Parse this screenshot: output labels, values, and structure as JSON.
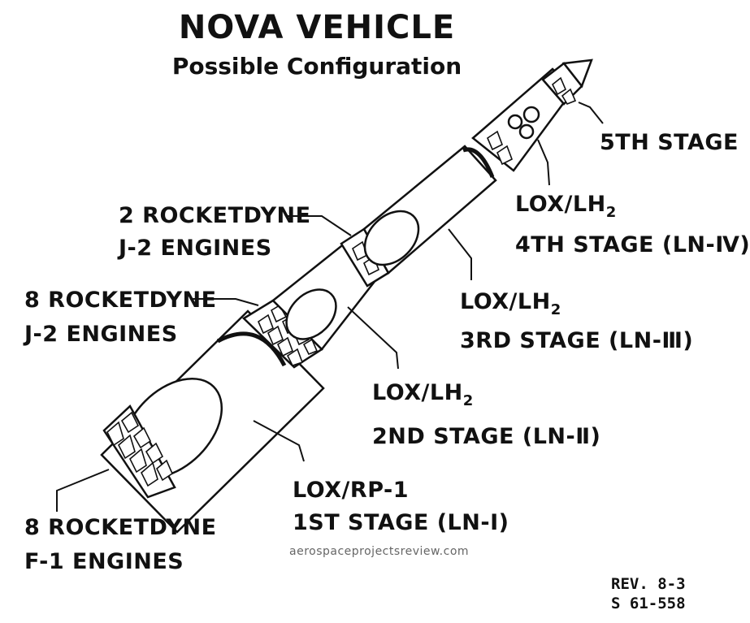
{
  "title": "NOVA VEHICLE",
  "subtitle": "Possible Configuration",
  "labels": {
    "fifth_stage": "5TH STAGE",
    "fourth_prop_a": "LOX/LH",
    "fourth_prop_sub": "2",
    "fourth_stage": "4TH STAGE (LN-Ⅳ)",
    "third_prop_a": "LOX/LH",
    "third_prop_sub": "2",
    "third_stage": "3RD STAGE  (LN-Ⅲ)",
    "second_prop_a": "LOX/LH",
    "second_prop_sub": "2",
    "second_stage": "2ND STAGE (LN-Ⅱ)",
    "first_prop": "LOX/RP-1",
    "first_stage": "1ST STAGE (LN-Ⅰ)",
    "j2_two_line1": "2 ROCKETDYNE",
    "j2_two_line2": "J-2 ENGINES",
    "j2_eight_line1": "8 ROCKETDYNE",
    "j2_eight_line2": "J-2 ENGINES",
    "f1_line1": "8 ROCKETDYNE",
    "f1_line2": "F-1 ENGINES"
  },
  "watermark": "aerospaceprojectsreview.com",
  "revision": "REV. 8-3",
  "serial": "S 61-558"
}
